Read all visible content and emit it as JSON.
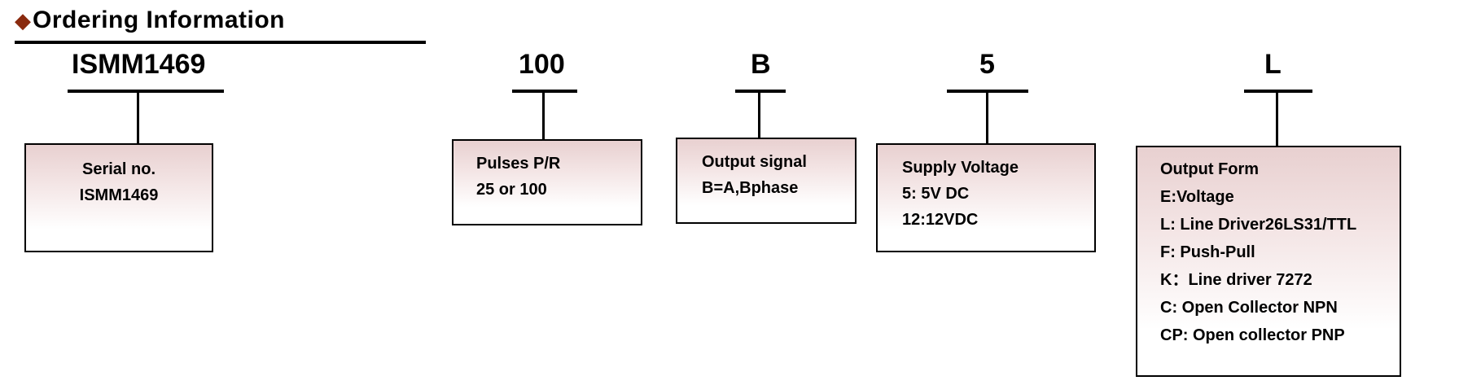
{
  "header": {
    "title": "Ordering Information"
  },
  "part_number": {
    "segments": [
      {
        "code": "ISMM1469",
        "box_lines": [
          "Serial no.",
          "ISMM1469"
        ]
      },
      {
        "code": "100",
        "box_lines": [
          "Pulses P/R",
          "25 or 100"
        ]
      },
      {
        "code": "B",
        "box_lines": [
          "Output signal",
          "B=A,Bphase"
        ]
      },
      {
        "code": "5",
        "box_lines": [
          "Supply Voltage",
          "5: 5V DC",
          "12:12VDC"
        ]
      },
      {
        "code": "L",
        "box_lines": [
          "Output Form",
          "E:Voltage",
          "L: Line Driver26LS31/TTL",
          "F: Push-Pull",
          "K：Line driver 7272",
          "C: Open Collector NPN",
          "CP: Open collector PNP"
        ]
      }
    ]
  },
  "colors": {
    "diamond": "#8a2a0e",
    "box_top": "#e8d0d0",
    "box_border": "#000000"
  }
}
